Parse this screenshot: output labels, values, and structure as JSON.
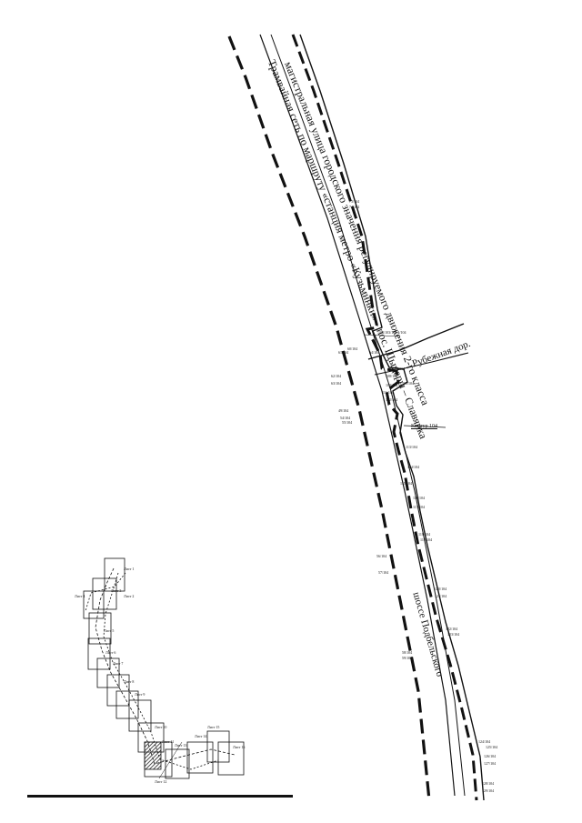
{
  "map": {
    "streets": {
      "arterial": "магистральная улица городского значения регулируемого движения 2-го класса",
      "tram": "Трамвайная сеть по маршруту «станция метро «Кузьминки» - пос. Щыцары – Славянка",
      "rubezh": "Рубежная дор.",
      "podbelsky": "шоссе Подбельского"
    },
    "contour_label": "Контур 104",
    "point_labels": [
      "73/104",
      "74/104",
      "100/103/102/1/104",
      "60/104",
      "61/104",
      "62/104",
      "63/104",
      "64/104",
      "107/104",
      "108/104",
      "109/104",
      "110/104",
      "111/104",
      "112/104",
      "49/104",
      "54/104",
      "55/104",
      "56/104",
      "57/104",
      "58/104",
      "59/104",
      "113/104",
      "114/104",
      "115/104",
      "116/104",
      "117/104",
      "118/104",
      "119/104",
      "120/104",
      "121/104",
      "122/104",
      "123/104",
      "124/104",
      "125/104",
      "126/104",
      "127/104",
      "128/104",
      "129/104"
    ]
  },
  "index_map": {
    "sheets": [
      "Лист 1",
      "Лист 2",
      "Лист 3",
      "Лист 4",
      "Лист 5",
      "Лист 6",
      "Лист 7",
      "Лист 8",
      "Лист 9",
      "Лист 10",
      "Лист 11",
      "Лист 12",
      "Лист 13",
      "Лист 14",
      "Лист 15",
      "Лист 16"
    ]
  },
  "colors": {
    "ink": "#111111",
    "hatch": "#222222",
    "paper": "#ffffff"
  }
}
